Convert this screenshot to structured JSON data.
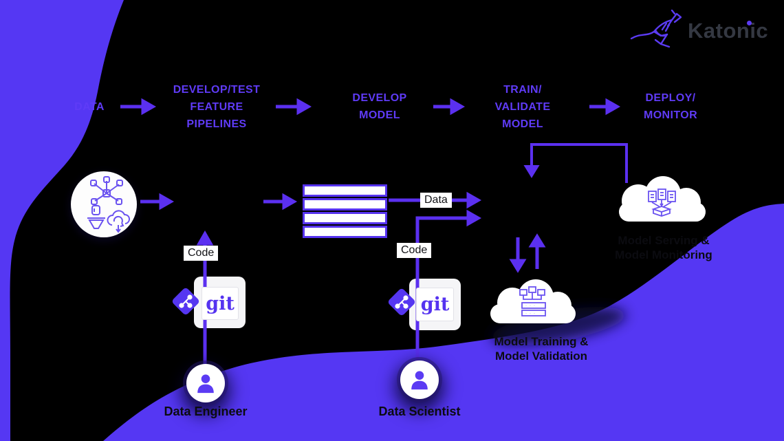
{
  "brand": {
    "name": "Katonic"
  },
  "stages": [
    {
      "label": "DATA"
    },
    {
      "label": "DEVELOP/TEST\nFEATURE\nPIPELINES"
    },
    {
      "label": "DEVELOP\nMODEL"
    },
    {
      "label": "TRAIN/\nVALIDATE\nMODEL"
    },
    {
      "label": "DEPLOY/\nMONITOR"
    }
  ],
  "flow_labels": {
    "data": "Data",
    "code_left": "Code",
    "code_right": "Code"
  },
  "git": {
    "label": "git"
  },
  "captions": {
    "training": "Model Training &\nModel Validation",
    "serving": "Model Serving &\nModel Monitoring"
  },
  "roles": {
    "engineer": "Data Engineer",
    "scientist": "Data Scientist"
  },
  "colors": {
    "background": "#000000",
    "accent_shape": "#5537F3",
    "arrow": "#5B30F0",
    "header_text": "#5F3BF7",
    "git_purple": "#5533F0",
    "black_text": "#0B0B10",
    "brand_text": "#343842"
  },
  "icons": {
    "data_source": "data-pipeline-circle-icon",
    "feature_store": "stacked-bars-icon",
    "git": "git-logo-icon",
    "training_cloud": "cloud-training-cluster-icon",
    "serving_cloud": "cloud-model-packages-icon",
    "engineer": "person-icon",
    "scientist": "person-icon",
    "brand": "kangaroo-icon"
  }
}
